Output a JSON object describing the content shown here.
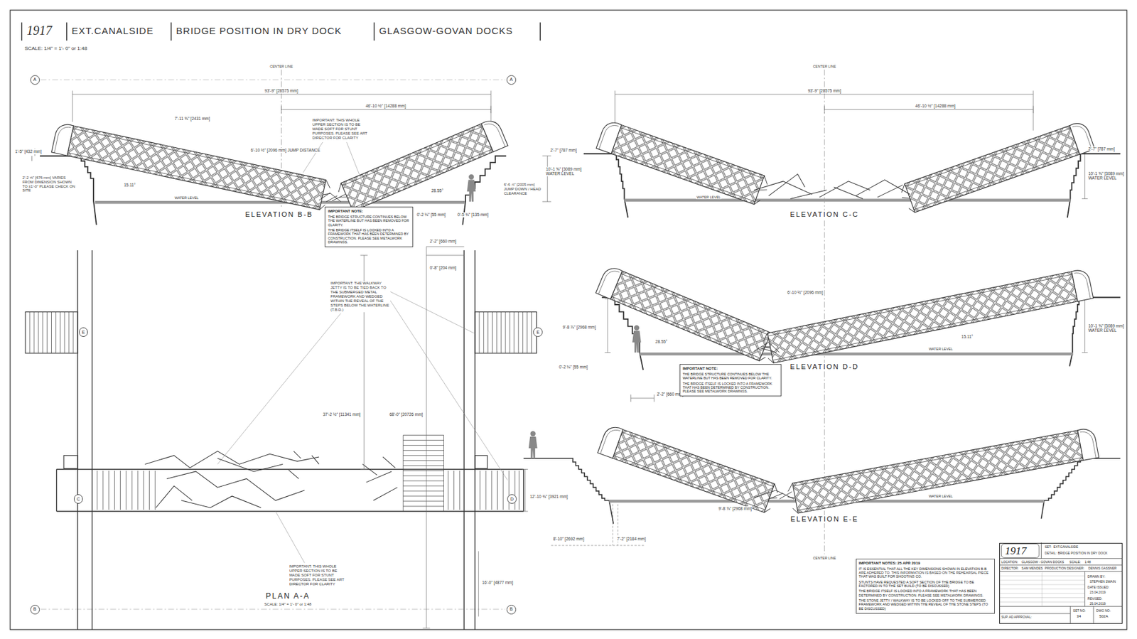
{
  "diagram": {
    "nodes": [
      {
        "text": [
          "A"
        ]
      },
      {
        "text": [
          "A"
        ]
      },
      {
        "text": [
          "IMPORTANT NOTE:",
          "THE BRIDGE STRUCTURE CONTINUES BELOW THE WATERLINE BUT HAS BEEN REMOVED FOR CLARITY.",
          "THE BRIDGE ITSELF IS LOCKED INTO A FRAMEWORK THAT HAS BEEN DETERMINED BY CONSTRUCTION. PLEASE SEE METALWORK DRAWINGS."
        ]
      },
      {
        "text": [
          "E"
        ]
      },
      {
        "text": [
          "E"
        ]
      },
      {
        "text": [
          "IMPORTANT NOTE:",
          "THE BRIDGE STRUCTURE CONTINUES BELOW THE WATERLINE BUT HAS BEEN REMOVED FOR CLARITY.",
          "THE BRIDGE ITSELF IS LOCKED INTO A FRAMEWORK THAT HAS BEEN DETERMINED BY CONSTRUCTION. PLEASE SEE METALWORK DRAWINGS."
        ]
      },
      {
        "text": [
          "C"
        ]
      },
      {
        "text": [
          "D"
        ]
      },
      {
        "text": [
          "IMPORTANT NOTES: 25 APR 2019",
          "IT IS ESSENTIAL THAT ALL THE KEY DIMENSIONS SHOWN IN ELEVATION B-B ARE ADHERED TO. THIS INFORMATION IS BASED ON THE REHEARSAL PIECE THAT WAS BUILT FOR SHOOTING CO.",
          "STUNTS HAVE REQUESTED A SOFT SECTION OF THE BRIDGE TO BE FACTORED IN TO THE SET BUILD (TO BE DISCUSSED)",
          "THE BRIDGE ITSELF IS LOCKED INTO A FRAMEWORK THAT HAS BEEN DETERMINED BY CONSTRUCTION. PLEASE SEE METALWORK DRAWINGS.",
          "THE STONE JETTY / WALKWAY IS TO BE LOCKED OFF TO THE SUBMERGED FRAMEWORK AND WEDGED WITHIN THE REVEAL OF THE STONE STEPS (TO BE DISCUSSED)"
        ]
      },
      {
        "text": [
          "1917",
          "SET:",
          "EXT.CANALSIDE",
          "DETAIL:",
          "BRIDGE POSITION IN DRY DOCK",
          "LOCATION:",
          "GLASGOW - GOVAN DOCKS",
          "SCALE:",
          "1:48",
          "DIRECTOR:",
          "SAM MENDES",
          "PRODUCTION DESIGNER:",
          "DENNIS GASSNER",
          "DRAWN BY:",
          "STEPHEN SWAIN",
          "DATE ISSUED:",
          "23.04.2019",
          "REVISED:",
          "25.04.2019",
          "SUP. AD APPROVAL:",
          "SET NO:",
          "34",
          "DWG NO:",
          "502A"
        ]
      },
      {
        "text": [
          "B"
        ]
      },
      {
        "text": [
          "B"
        ]
      }
    ],
    "labels": [
      "1917",
      "EXT.CANALSIDE",
      "BRIDGE POSITION IN DRY DOCK",
      "GLASGOW-GOVAN DOCKS",
      "SCALE: 1/4\" = 1'- 0\" or 1:48",
      "CENTER LINE",
      "93'-9\" [28575 mm]",
      "46'-10 ½\" [14288 mm]",
      "1'-5\" [432 mm]",
      "2'-2 ⅝\" [676 mm] VARIES FROM DIMENSION SHOWN TO ±1'-0\" PLEASE CHECK ON SITE",
      "7'-11 ⅝\" [2431 mm]",
      "6'-10 ½\" [2096 mm] JUMP DISTANCE",
      "IMPORTANT: THIS WHOLE UPPER SECTION IS TO BE MADE SOFT FOR STUNT PURPOSES. PLEASE SEE ART DIRECTOR FOR CLARITY",
      "15.11°",
      "WATER LEVEL",
      "28.55°",
      "2'-7\" [787 mm]",
      "10'-1 ⅝\" [3089 mm] WATER LEVEL",
      "6'-6 ⅞\" [2005 mm] JUMP DOWN / HEAD CLEARANCE",
      "0'-2 ⅛\" [55 mm]",
      "0'-5 ⅜\" [135 mm]",
      "ELEVATION B-B",
      "CENTER LINE",
      "93'-9\" [28575 mm]",
      "46'-10 ½\" [14288 mm]",
      "2'-7\" [787 mm]",
      "10'-1 ⅝\" [3089 mm] WATER LEVEL",
      "WATER LEVEL",
      "ELEVATION C-C",
      "6'-10 ½\" [2096 mm]",
      "9'-8 ⅞\" [2968 mm]",
      "28.55°",
      "15.11°",
      "WATER LEVEL",
      "10'-1 ⅝\" [3089 mm] WATER LEVEL",
      "0'-2 ⅛\" [55 mm]",
      "2'-2\" [660 mm]",
      "ELEVATION D-D",
      "9'-8 ⅞\" [2968 mm]",
      "WATER LEVEL",
      "8'-10\" [2692 mm]",
      "7'-2\" [2184 mm]",
      "ELEVATION E-E",
      "CENTER LINE",
      "2'-2\" [660 mm]",
      "0'-8\" [204 mm]",
      "IMPORTANT: THE WALKWAY JETTY IS TO BE TIED BACK TO THE SUBMERGED METAL FRAMEWORK AND WEDGED WITHIN THE REVEAL OF THE STEPS BELOW THE WATERLINE (T.B.D.)",
      "37'-2 ½\" [11341 mm]",
      "68'-0\" [20726 mm]",
      "12'-10 ⅜\" [3921 mm]",
      "16'-0\" [4877 mm]",
      "IMPORTANT: THIS WHOLE UPPER SECTION IS TO BE MADE SOFT FOR STUNT PURPOSES. PLEASE SEE ART DIRECTOR FOR CLARITY",
      "PLAN A-A",
      "SCALE: 1/4\" = 1'- 0\" or 1:48"
    ]
  }
}
